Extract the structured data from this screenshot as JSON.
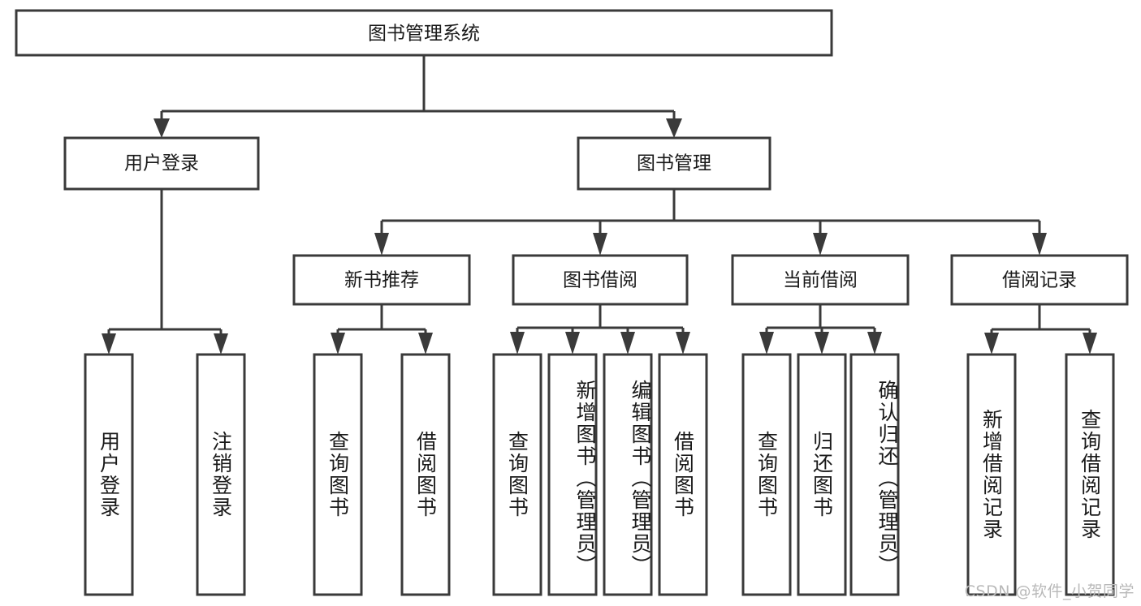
{
  "diagram": {
    "type": "tree-hierarchy",
    "title": "图书管理系统",
    "watermark": "CSDN @软件_小贺同学",
    "colors": {
      "stroke": "#3a3a3a",
      "fill": "#ffffff",
      "text": "#1a1a1a",
      "watermark": "#b9b9b9",
      "background": "#ffffff"
    },
    "levels": {
      "root": {
        "label": "图书管理系统"
      },
      "level2": [
        {
          "label": "用户登录"
        },
        {
          "label": "图书管理"
        }
      ],
      "level3": [
        {
          "label": "新书推荐"
        },
        {
          "label": "图书借阅"
        },
        {
          "label": "当前借阅"
        },
        {
          "label": "借阅记录"
        }
      ],
      "leaves": {
        "user_login": [
          {
            "label": "用户登录"
          },
          {
            "label": "注销登录"
          }
        ],
        "new_book_recommend": [
          {
            "label": "查询图书"
          },
          {
            "label": "借阅图书"
          }
        ],
        "book_borrow": [
          {
            "label": "查询图书"
          },
          {
            "label": "新增图书（管理员）"
          },
          {
            "label": "编辑图书（管理员）"
          },
          {
            "label": "借阅图书"
          }
        ],
        "current_borrow": [
          {
            "label": "查询图书"
          },
          {
            "label": "归还图书"
          },
          {
            "label": "确认归还（管理员）"
          }
        ],
        "borrow_record": [
          {
            "label": "新增借阅记录"
          },
          {
            "label": "查询借阅记录"
          }
        ]
      }
    }
  }
}
